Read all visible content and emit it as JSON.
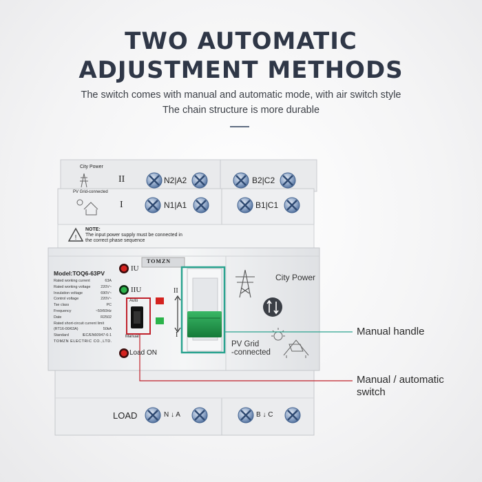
{
  "header": {
    "title_line1": "TWO AUTOMATIC",
    "title_line2": "ADJUSTMENT METHODS",
    "subtitle_line1": "The switch comes with manual and automatic mode, with air switch style",
    "subtitle_line2": "The chain structure is more durable"
  },
  "device": {
    "top_row": {
      "city_power_label": "City Power",
      "roman_numeral": "II",
      "left_terminal": "N2|A2",
      "right_terminal": "B2|C2"
    },
    "second_row": {
      "pv_label": "PV Grid-connected",
      "roman_numeral": "I",
      "left_terminal": "N1|A1",
      "right_terminal": "B1|C1"
    },
    "note": {
      "heading": "NOTE:",
      "line1": "The input power supply must be connected in",
      "line2": "the correct phase sequence"
    },
    "brand": "TOMZN",
    "specs": {
      "model": "Model:TOQ6-63PV",
      "rows": [
        {
          "label": "Rated working current",
          "value": "63A"
        },
        {
          "label": "Rated working voltage",
          "value": "220V~"
        },
        {
          "label": "Insulation voltage",
          "value": "690V~"
        },
        {
          "label": "Control voltage",
          "value": "220V~"
        },
        {
          "label": "Tse class",
          "value": "PC"
        },
        {
          "label": "Frequency",
          "value": "~50/60Hz"
        },
        {
          "label": "Date",
          "value": "R2502"
        },
        {
          "label": "Rated short-circuit current limit",
          "value": ""
        },
        {
          "label": "(RT16-00/63A)",
          "value": "50kA"
        },
        {
          "label": "Standard",
          "value": "IEC/EN60947-6-1"
        }
      ],
      "maker": "TOMZN ELECTRIC CO.,LTD."
    },
    "indicators": {
      "iu": "IU",
      "iiu": "IIU",
      "load_on": "Load ON"
    },
    "mode_switch": {
      "auto": "Auto",
      "manual": "Manual"
    },
    "handle_scale": {
      "top": "II",
      "bottom": "I"
    },
    "right_panel": {
      "city_power": "City Power",
      "pv_grid_line1": "PV Grid",
      "pv_grid_line2": "-connected"
    },
    "bottom_row": {
      "load_label": "LOAD",
      "left_terminal": "N ↓ A",
      "right_terminal": "B ↓ C"
    }
  },
  "callouts": {
    "manual_handle": "Manual handle",
    "switch_line1": "Manual / automatic",
    "switch_line2": "switch"
  },
  "colors": {
    "title": "#2f3747",
    "callout_line_handle": "#2aa38f",
    "callout_line_switch": "#c0202a",
    "handle_green": "#1f9a4a",
    "led_red": "#d4231f",
    "led_green": "#2bb34a",
    "screw_blue": "#4a6fa5"
  }
}
